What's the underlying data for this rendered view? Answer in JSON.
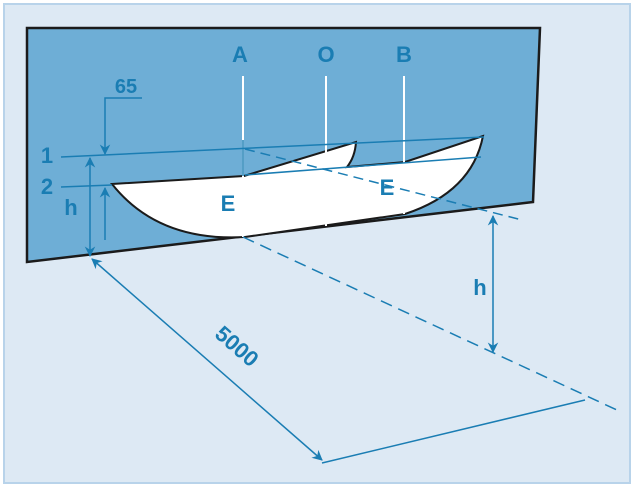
{
  "diagram": {
    "columns": {
      "a": "A",
      "o": "O",
      "b": "B"
    },
    "lines": {
      "one": "1",
      "two": "2"
    },
    "dimensions": {
      "offset": "65",
      "height_left": "h",
      "height_right": "h",
      "distance": "5000"
    },
    "points": {
      "e_left": "E",
      "e_right": "E"
    }
  },
  "colors": {
    "background": "#dde9f4",
    "wall": "#6eaed6",
    "line": "#1a7db3",
    "beam": "#ffffff"
  }
}
